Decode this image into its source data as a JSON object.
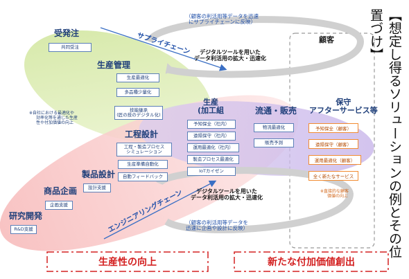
{
  "customer_label": "顧客",
  "side_title": "【想定し得るソリューションの例とその位置づけ】",
  "supply_chain": "サプライチェーン",
  "engineering_chain": "エンジニアリングチェーン",
  "top_feedback": [
    "（顧客の利活用等データを迅速",
    "にサプライチェーンに反映）"
  ],
  "bottom_feedback": [
    "（顧客の利活用等データを",
    "迅速に企画や設計に反映）"
  ],
  "top_center": [
    "デジタルツールを用いた",
    "データ利活用の拡大・迅速化"
  ],
  "bottom_center": [
    "デジタルツールを用いた",
    "データ利活用の拡大・迅速化"
  ],
  "stages": {
    "order": {
      "title": "受発注",
      "items": [
        "共同受注"
      ]
    },
    "production_mgmt": {
      "title": "生産管理",
      "items": [
        "生産最適化",
        "多品種少量化",
        "技能継承\n(匠の技のデジタル化)"
      ]
    },
    "production": {
      "title": "生産\n(加工組",
      "items": [
        "予知保全（社内）",
        "遠隔保守（社内）",
        "運用最適化（社内）",
        "製造プロセス最適化",
        "IoTカイゼン"
      ]
    },
    "distribution": {
      "title": "流通・販売",
      "items": [
        "物流最適化",
        "販売予測"
      ]
    },
    "maintenance": {
      "title": "保守\nアフターサービス等",
      "items": [
        "予知保全（顧客）",
        "遠隔保守（顧客）",
        "運用最適化（顧客）",
        "全く新たなサービス"
      ]
    },
    "process_design": {
      "title": "工程設計",
      "items": [
        "工程・製造プロセス\nシミュレーション",
        "生産準備自動化",
        "自動フィードバック"
      ]
    },
    "product_design": {
      "title": "製品設計",
      "items": [
        "設計支援"
      ]
    },
    "planning": {
      "title": "商品企画",
      "items": [
        "企画支援"
      ]
    },
    "rnd": {
      "title": "研究開発",
      "items": [
        "R&D支援"
      ]
    }
  },
  "note_left": [
    "※",
    "自社における最適化や",
    "効率化等を通じた生産",
    "性や付加価値の向上"
  ],
  "note_right": [
    "※",
    "直接的な顧客",
    "価値の向上"
  ],
  "footer_left": "生産性の向上",
  "footer_right": "新たな付加価値創出"
}
